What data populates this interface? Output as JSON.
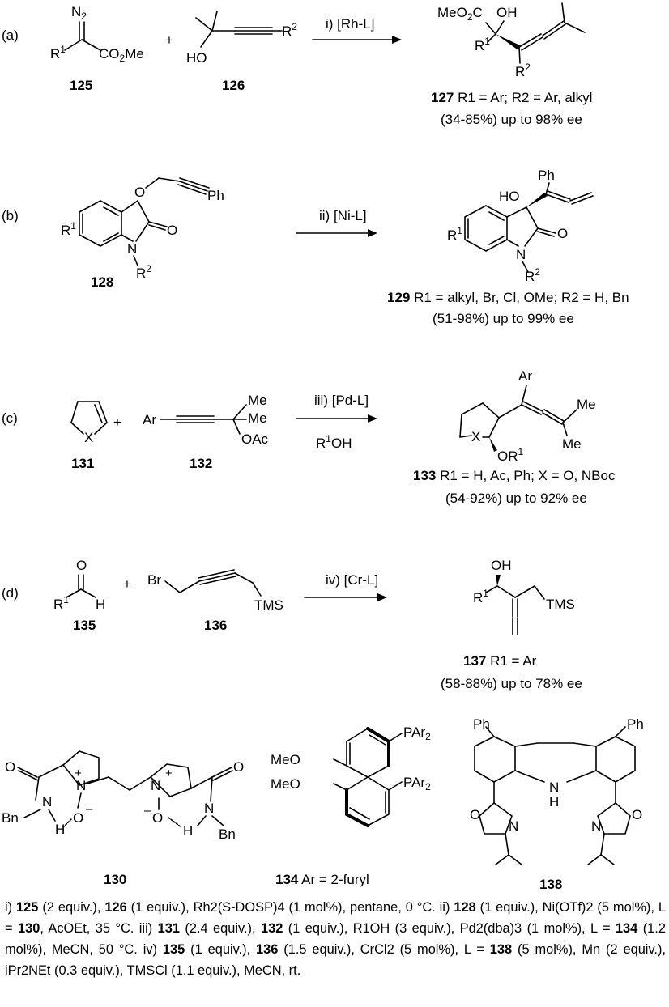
{
  "panels": {
    "a": {
      "label": "(a)",
      "reagent_label": "125",
      "partner_label": "126",
      "conditions": "i) [Rh-L]",
      "product_label": "127",
      "product_desc": " R1 = Ar; R2 = Ar, alkyl",
      "yield": "(34-85%) up to 98% ee"
    },
    "b": {
      "label": "(b)",
      "reagent_label": "128",
      "conditions": "ii) [Ni-L]",
      "product_label": "129",
      "product_desc": " R1 = alkyl, Br, Cl, OMe; R2 = H, Bn",
      "yield": "(51-98%) up to 99% ee"
    },
    "c": {
      "label": "(c)",
      "reagent_label": "131",
      "partner_label": "132",
      "conditions": "iii) [Pd-L]",
      "conditions2": "R1OH",
      "product_label": "133",
      "product_desc": " R1 = H, Ac, Ph; X = O, NBoc",
      "yield": "(54-92%) up to 92% ee"
    },
    "d": {
      "label": "(d)",
      "reagent_label": "135",
      "partner_label": "136",
      "conditions": "iv) [Cr-L]",
      "product_label": "137",
      "product_desc": " R1 = Ar",
      "yield": "(58-88%) up to 78% ee"
    }
  },
  "ligands": {
    "l130": "130",
    "l134": "134",
    "l134_desc": " Ar = 2-furyl",
    "l138": "138"
  },
  "footnote": {
    "s1": "i) ",
    "b1": "125",
    "s2": " (2 equiv.), ",
    "b2": "126",
    "s3": " (1 equiv.), Rh2(S-DOSP)4 (1 mol%), pentane, 0 °C. ii) ",
    "b3": "128",
    "s4": " (1 equiv.), Ni(OTf)2 (5 mol%), L = ",
    "b4": "130",
    "s5": ", AcOEt, 35 °C. iii) ",
    "b5": "131",
    "s6": " (2.4 equiv.), ",
    "b6": "132",
    "s7": " (1 equiv.), R1OH (3 equiv.), Pd2(dba)3 (1 mol%), L = ",
    "b7": "134",
    "s8": " (1.2 mol%), MeCN, 50 °C. iv) ",
    "b8": "135",
    "s9": " (1 equiv.), ",
    "b9": "136",
    "s10": " (1.5 equiv.), CrCl2 (5 mol%), L = ",
    "b10": "138",
    "s11": " (5 mol%), Mn (2 equiv.), iPr2NEt (0.3 equiv.), TMSCl (1.1 equiv.), MeCN, rt."
  }
}
